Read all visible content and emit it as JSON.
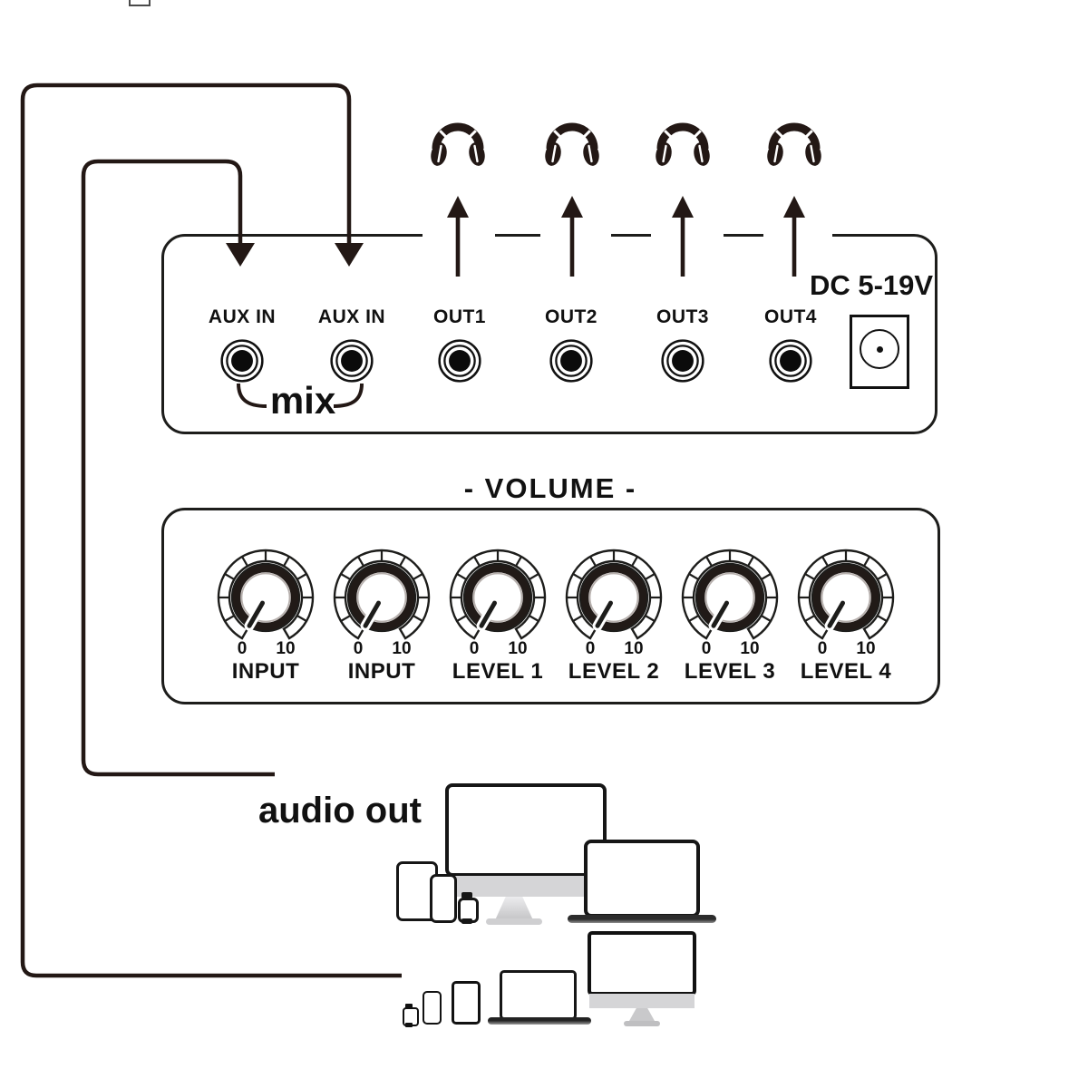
{
  "device_panel": {
    "power_label": "DC 5-19V",
    "mix_label": "mix",
    "jacks": [
      {
        "label": "AUX IN"
      },
      {
        "label": "AUX IN"
      },
      {
        "label": "OUT1"
      },
      {
        "label": "OUT2"
      },
      {
        "label": "OUT3"
      },
      {
        "label": "OUT4"
      }
    ]
  },
  "volume_panel": {
    "title": "- VOLUME -",
    "knobs": [
      {
        "label": "INPUT",
        "min": "0",
        "max": "10"
      },
      {
        "label": "INPUT",
        "min": "0",
        "max": "10"
      },
      {
        "label": "LEVEL 1",
        "min": "0",
        "max": "10"
      },
      {
        "label": "LEVEL 2",
        "min": "0",
        "max": "10"
      },
      {
        "label": "LEVEL 3",
        "min": "0",
        "max": "10"
      },
      {
        "label": "LEVEL 4",
        "min": "0",
        "max": "10"
      }
    ]
  },
  "annotations": {
    "audio_out_label": "audio out"
  },
  "colors": {
    "ink": "#231815",
    "line": "#161616",
    "device_gray": "#d5d5d7"
  }
}
